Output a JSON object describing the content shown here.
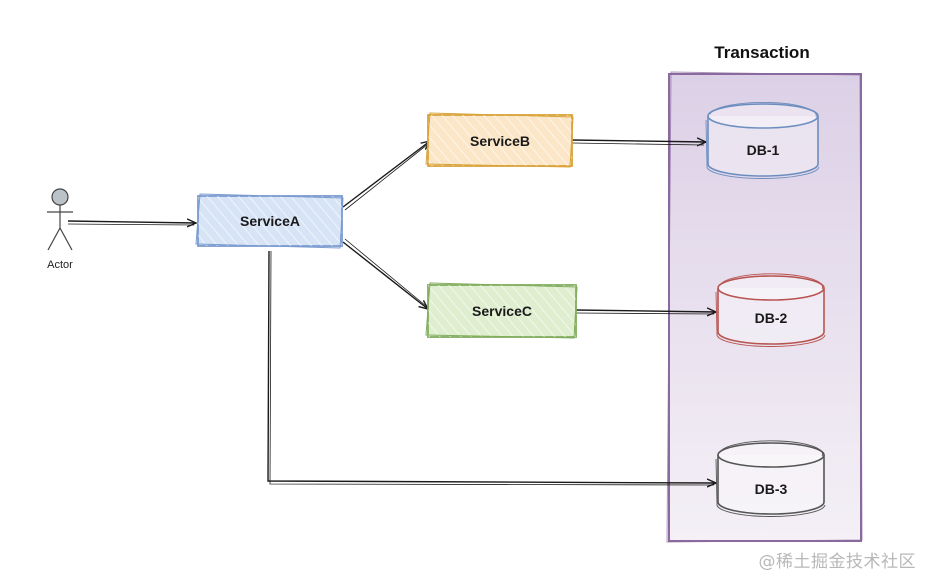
{
  "diagram": {
    "transaction": {
      "title": "Transaction",
      "fill": "#e6dcec",
      "stroke": "#8a6a9e"
    },
    "actor": {
      "label": "Actor",
      "stroke": "#444444",
      "head_fill": "#bcc3c8"
    },
    "services": {
      "a": {
        "label": "ServiceA",
        "fill": "#d7e4f6",
        "stroke": "#7b9bd0"
      },
      "b": {
        "label": "ServiceB",
        "fill": "#fbe6c8",
        "stroke": "#d9a33a"
      },
      "c": {
        "label": "ServiceC",
        "fill": "#dfeecf",
        "stroke": "#82ad5f"
      }
    },
    "databases": {
      "db1": {
        "label": "DB-1",
        "stroke": "#6c8ebf"
      },
      "db2": {
        "label": "DB-2",
        "stroke": "#b85450"
      },
      "db3": {
        "label": "DB-3",
        "stroke": "#555555"
      }
    }
  },
  "watermark": "@稀土掘金技术社区"
}
